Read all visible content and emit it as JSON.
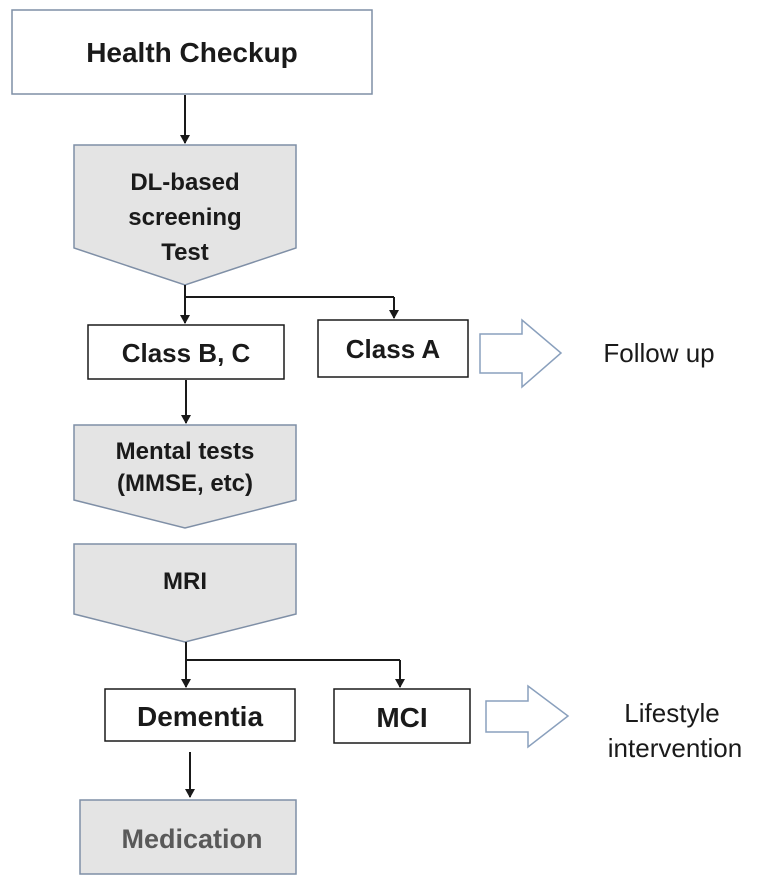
{
  "nodes": {
    "health_checkup": "Health Checkup",
    "dl_screening": [
      "DL-based",
      "screening",
      "Test"
    ],
    "class_bc": "Class B, C",
    "class_a": "Class A",
    "mental_tests": [
      "Mental tests",
      "(MMSE, etc)"
    ],
    "mri": "MRI",
    "dementia": "Dementia",
    "mci": "MCI",
    "medication": "Medication"
  },
  "outcomes": {
    "follow_up": "Follow up",
    "lifestyle_intervention": [
      "Lifestyle",
      "intervention"
    ]
  },
  "colors": {
    "box_border": "#7f8fa6",
    "shaded_fill": "#e4e4e4",
    "arrow_line": "#1a1a1a",
    "hollow_arrow_border": "#8aa0bd"
  }
}
